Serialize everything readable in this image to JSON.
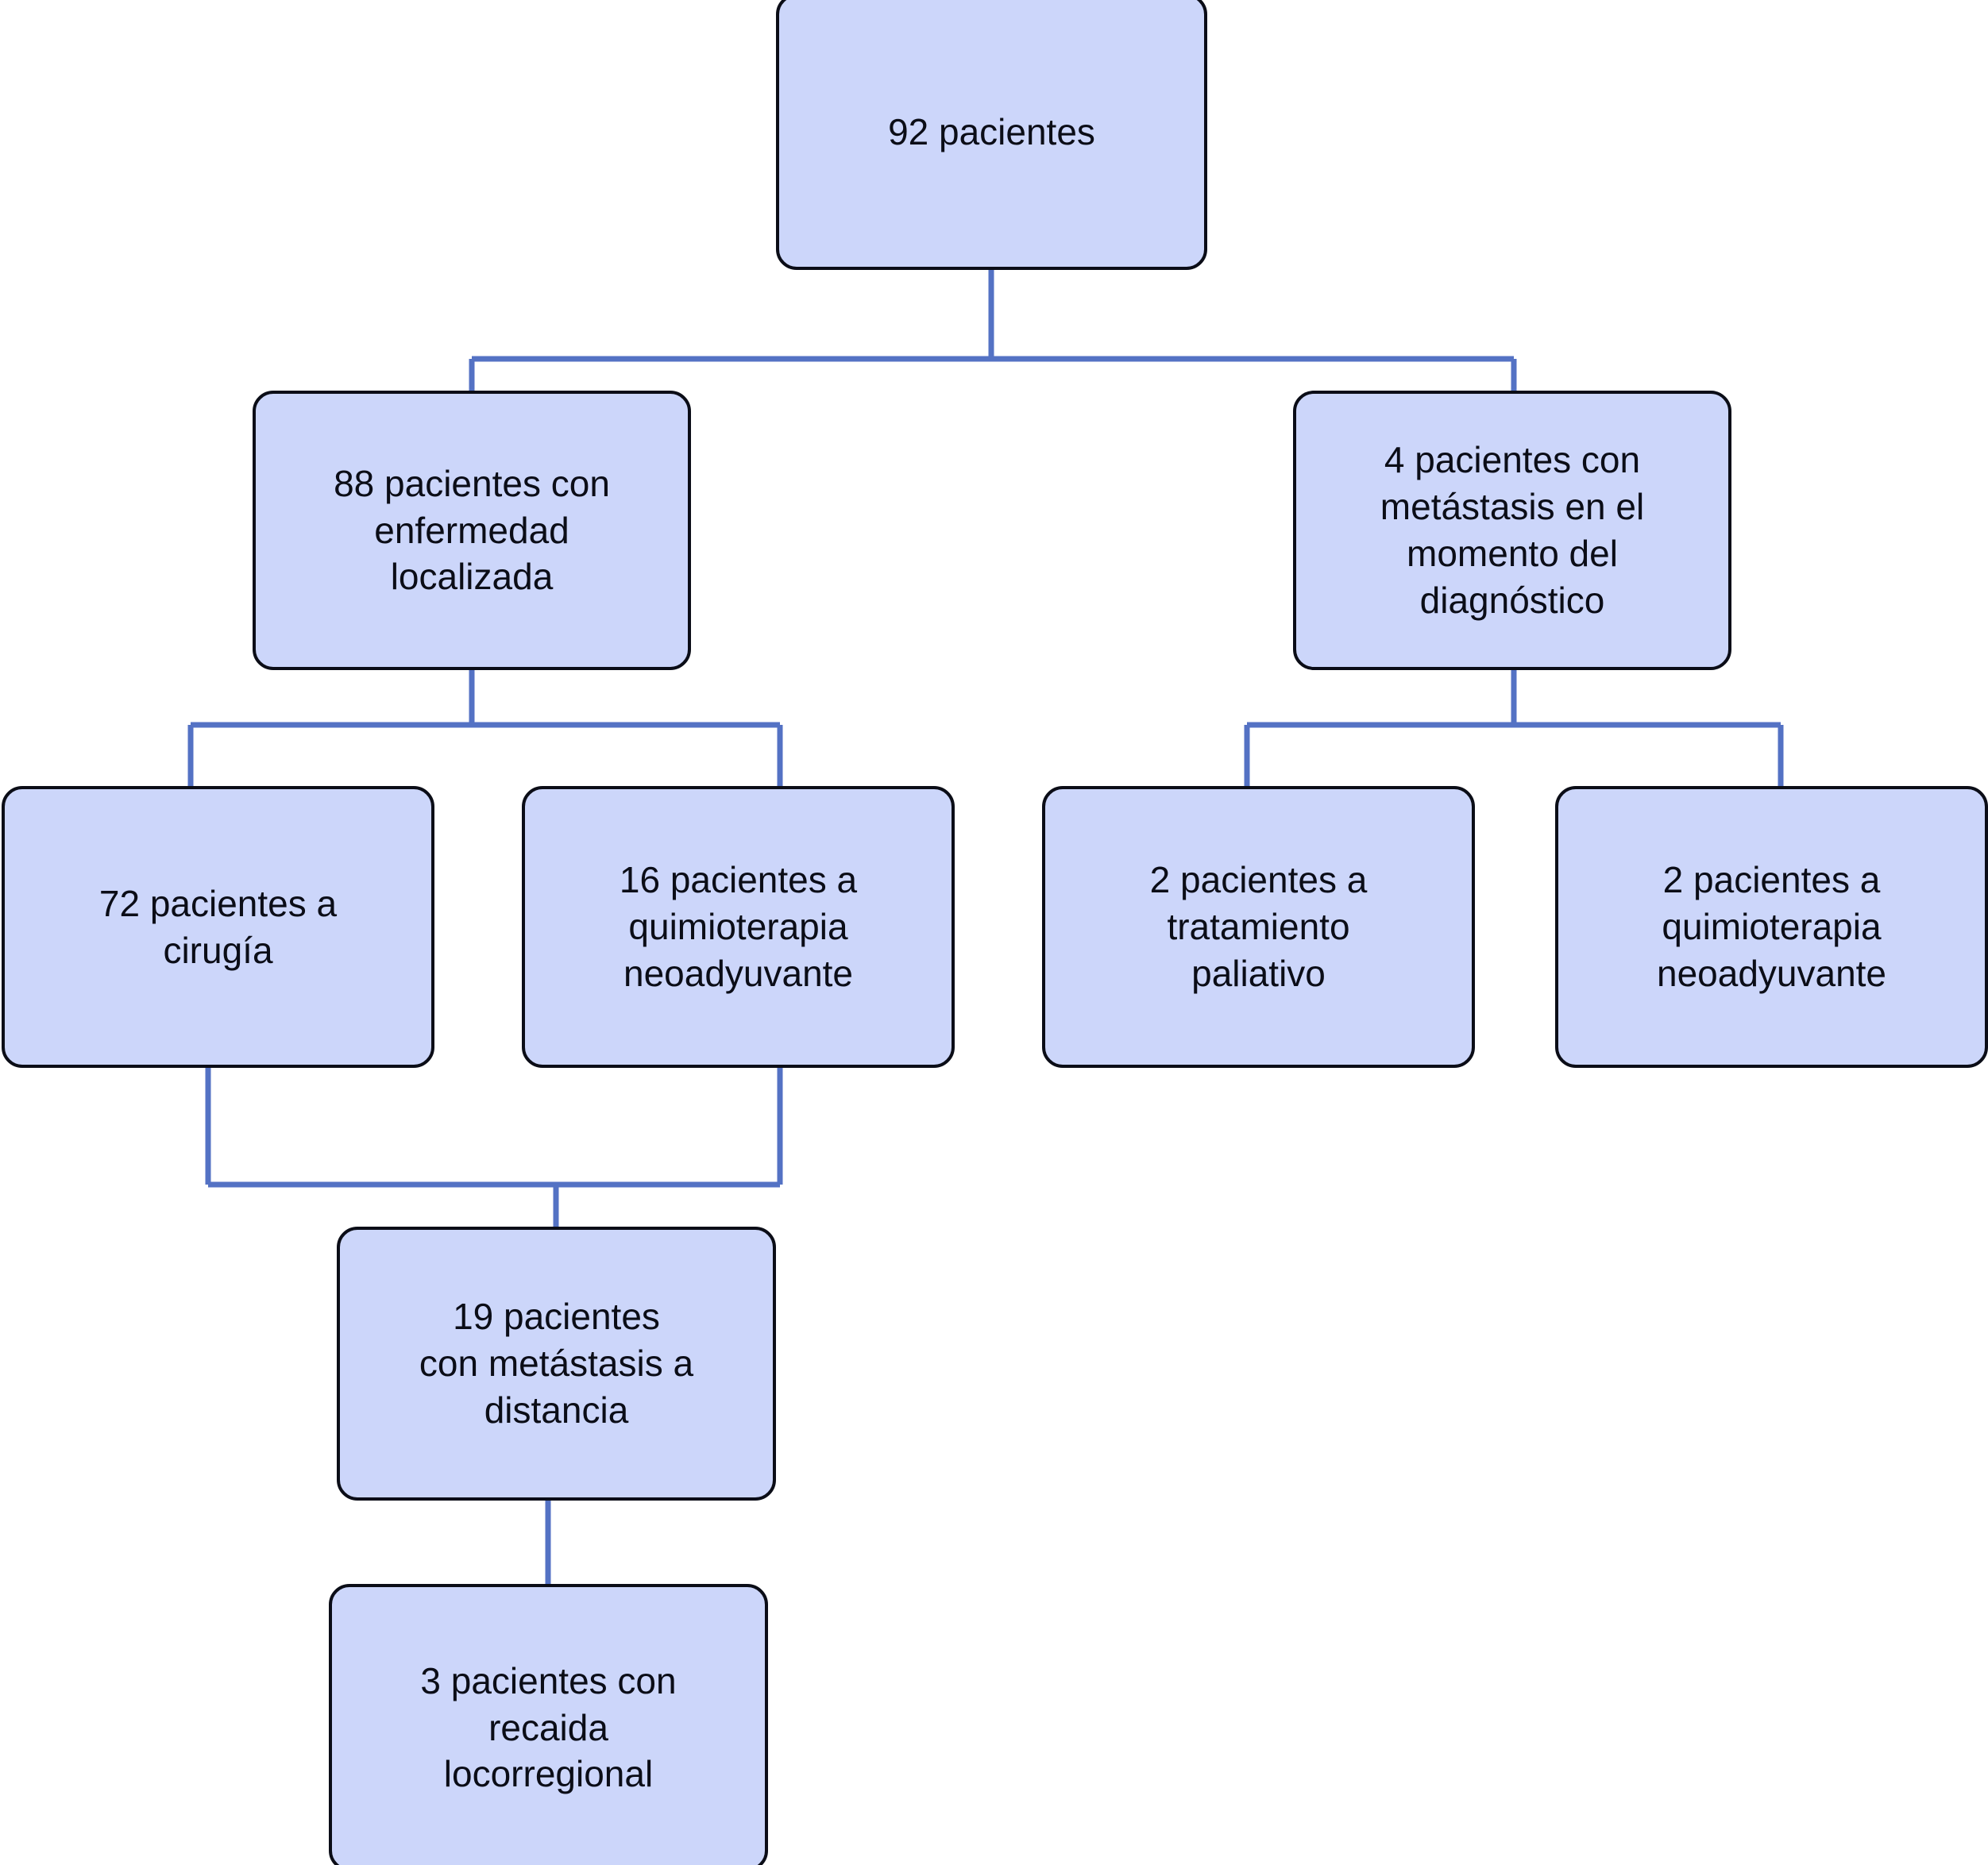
{
  "diagram": {
    "type": "flowchart",
    "title": "",
    "language": "es",
    "colors": {
      "node_fill": "#ccd6fa",
      "node_border": "#0b0d17",
      "edge_line": "#5472c4",
      "background": "#ffffff",
      "text": "#0b0d17"
    },
    "nodes": [
      {
        "id": "root",
        "label": "92 pacientes",
        "count": 92,
        "level": 0
      },
      {
        "id": "localized",
        "label": "88 pacientes con\nenfermedad\nlocalizada",
        "count": 88,
        "level": 1
      },
      {
        "id": "metastatic",
        "label": "4 pacientes con\nmetástasis en el\nmomento del\ndiagnóstico",
        "count": 4,
        "level": 1
      },
      {
        "id": "surgery",
        "label": "72 pacientes a\ncirugía",
        "count": 72,
        "level": 2
      },
      {
        "id": "neoadj-loc",
        "label": "16 pacientes a\nquimioterapia\nneoadyuvante",
        "count": 16,
        "level": 2
      },
      {
        "id": "palliative",
        "label": "2 pacientes a\ntratamiento\npaliativo",
        "count": 2,
        "level": 2
      },
      {
        "id": "neoadj-met",
        "label": "2 pacientes a\nquimioterapia\nneoadyuvante",
        "count": 2,
        "level": 2
      },
      {
        "id": "distant-mets",
        "label": "19 pacientes\ncon metástasis a\ndistancia",
        "count": 19,
        "level": 3
      },
      {
        "id": "locoregional",
        "label": "3 pacientes con\nrecaida\nlocorregional",
        "count": 3,
        "level": 4
      }
    ],
    "edges": [
      {
        "from": "root",
        "to": "localized"
      },
      {
        "from": "root",
        "to": "metastatic"
      },
      {
        "from": "localized",
        "to": "surgery"
      },
      {
        "from": "localized",
        "to": "neoadj-loc"
      },
      {
        "from": "metastatic",
        "to": "palliative"
      },
      {
        "from": "metastatic",
        "to": "neoadj-met"
      },
      {
        "from": "surgery",
        "to": "distant-mets"
      },
      {
        "from": "neoadj-loc",
        "to": "distant-mets"
      },
      {
        "from": "distant-mets",
        "to": "locoregional"
      }
    ]
  }
}
